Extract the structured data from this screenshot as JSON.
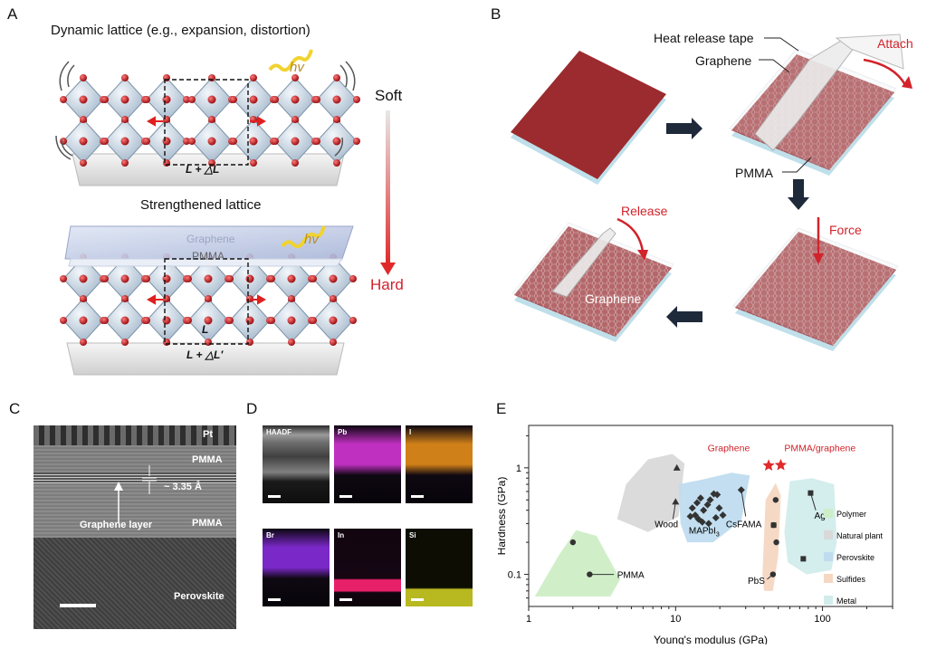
{
  "panels": {
    "A": {
      "letter": "A",
      "top_title": "Dynamic lattice (e.g., expansion, distortion)",
      "top_dim": "L + △L",
      "hv_top": "hv",
      "bottom_title": "Strengthened lattice",
      "graphene_label": "Graphene",
      "pmma_label": "PMMA",
      "inner_label": "L",
      "bottom_dim": "L + △L′",
      "hv_bottom": "hv",
      "soft_label": "Soft",
      "hard_label": "Hard"
    },
    "B": {
      "letter": "B",
      "heat_tape": "Heat release tape",
      "graphene": "Graphene",
      "attach": "Attach",
      "pmma": "PMMA",
      "force": "Force",
      "release": "Release",
      "graphene_final": "Graphene"
    },
    "C": {
      "letter": "C",
      "pt": "Pt",
      "pmma_top": "PMMA",
      "spacing": "~ 3.35 Å",
      "graphene_layer": "Graphene layer",
      "pmma_mid": "PMMA",
      "perovskite": "Perovskite"
    },
    "D": {
      "letter": "D",
      "maps": [
        {
          "tag": "HAADF",
          "color": "#777777"
        },
        {
          "tag": "Pb",
          "color": "#c030c0"
        },
        {
          "tag": "I",
          "color": "#d08018"
        },
        {
          "tag": "Br",
          "color": "#7a28c8"
        },
        {
          "tag": "In",
          "color": "#e8206a"
        },
        {
          "tag": "Si",
          "color": "#b8b820"
        }
      ]
    },
    "E": {
      "letter": "E"
    }
  },
  "chart_data": {
    "type": "scatter",
    "xlabel": "Young's modulus (GPa)",
    "ylabel": "Hardness (GPa)",
    "x_scale": "log",
    "y_scale": "log",
    "xlim": [
      1,
      300
    ],
    "ylim": [
      0.05,
      2.5
    ],
    "x_ticks": [
      "1",
      "10",
      "100"
    ],
    "y_ticks": [
      "0.1",
      "1"
    ],
    "legend": [
      {
        "name": "Polymer",
        "color": "#cdeec6"
      },
      {
        "name": "Natural plant",
        "color": "#d9d9d9"
      },
      {
        "name": "Perovskite",
        "color": "#bfdcef"
      },
      {
        "name": "Sulfides",
        "color": "#f5d7c2"
      },
      {
        "name": "Metal",
        "color": "#d2ecec"
      }
    ],
    "legend_position": "right",
    "points": {
      "polymer": [
        [
          2.0,
          0.2
        ],
        [
          2.6,
          0.1
        ]
      ],
      "wood": [
        [
          10.2,
          1.0
        ],
        [
          10.0,
          0.48
        ]
      ],
      "perovskite": [
        [
          12.6,
          0.35
        ],
        [
          13.0,
          0.42
        ],
        [
          14.0,
          0.47
        ],
        [
          14.8,
          0.52
        ],
        [
          13.6,
          0.36
        ],
        [
          15.5,
          0.4
        ],
        [
          16.5,
          0.45
        ],
        [
          17.2,
          0.5
        ],
        [
          18.2,
          0.57
        ],
        [
          14.3,
          0.33
        ],
        [
          15.2,
          0.31
        ],
        [
          16.8,
          0.3
        ],
        [
          18.8,
          0.34
        ],
        [
          19.8,
          0.42
        ],
        [
          21.0,
          0.36
        ],
        [
          19.2,
          0.56
        ],
        [
          28.0,
          0.62
        ]
      ],
      "sulfides": [
        [
          48.0,
          0.5
        ],
        [
          46.5,
          0.29
        ],
        [
          48.5,
          0.2
        ],
        [
          46.0,
          0.1
        ]
      ],
      "metal": [
        [
          83.0,
          0.58
        ],
        [
          74.0,
          0.14
        ]
      ]
    },
    "highlight": [
      {
        "name": "Graphene",
        "x": 43,
        "y": 1.05
      },
      {
        "name": "PMMA/graphene",
        "x": 52,
        "y": 1.06
      }
    ],
    "annotations": [
      "PMMA",
      "Wood",
      "MAPbI3",
      "CsFAMA",
      "PbS",
      "Ag"
    ],
    "annotation_labels": {
      "pmma": "PMMA",
      "wood": "Wood",
      "mapbi": "MAPbI",
      "mapbi_sub": "3",
      "csfama": "CsFAMA",
      "pbs": "PbS",
      "ag": "Ag",
      "graphene": "Graphene",
      "pmma_graphene": "PMMA/graphene"
    }
  }
}
